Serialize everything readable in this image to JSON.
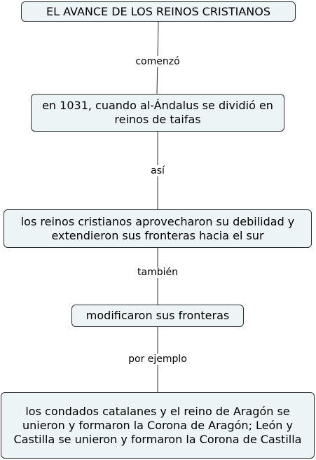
{
  "concept_map": {
    "nodes": [
      {
        "id": "title",
        "text": "EL AVANCE DE LOS REINOS CRISTIANOS"
      },
      {
        "id": "taifas",
        "text": "en 1031, cuando al-Ándalus se dividió en reinos de taifas"
      },
      {
        "id": "reinos",
        "text": "los reinos cristianos aprovecharon su debilidad y extendieron sus fronteras hacia el sur"
      },
      {
        "id": "fronteras",
        "text": "modificaron sus fronteras"
      },
      {
        "id": "coronas",
        "text": "los condados catalanes y el reino de Aragón se unieron y formaron la Corona de Aragón; León y Castilla se unieron y formaron la Corona de Castilla"
      }
    ],
    "links": [
      {
        "from": "title",
        "to": "taifas",
        "label": "comenzó"
      },
      {
        "from": "taifas",
        "to": "reinos",
        "label": "así"
      },
      {
        "from": "reinos",
        "to": "fronteras",
        "label": "también"
      },
      {
        "from": "fronteras",
        "to": "coronas",
        "label": "por ejemplo"
      }
    ]
  }
}
